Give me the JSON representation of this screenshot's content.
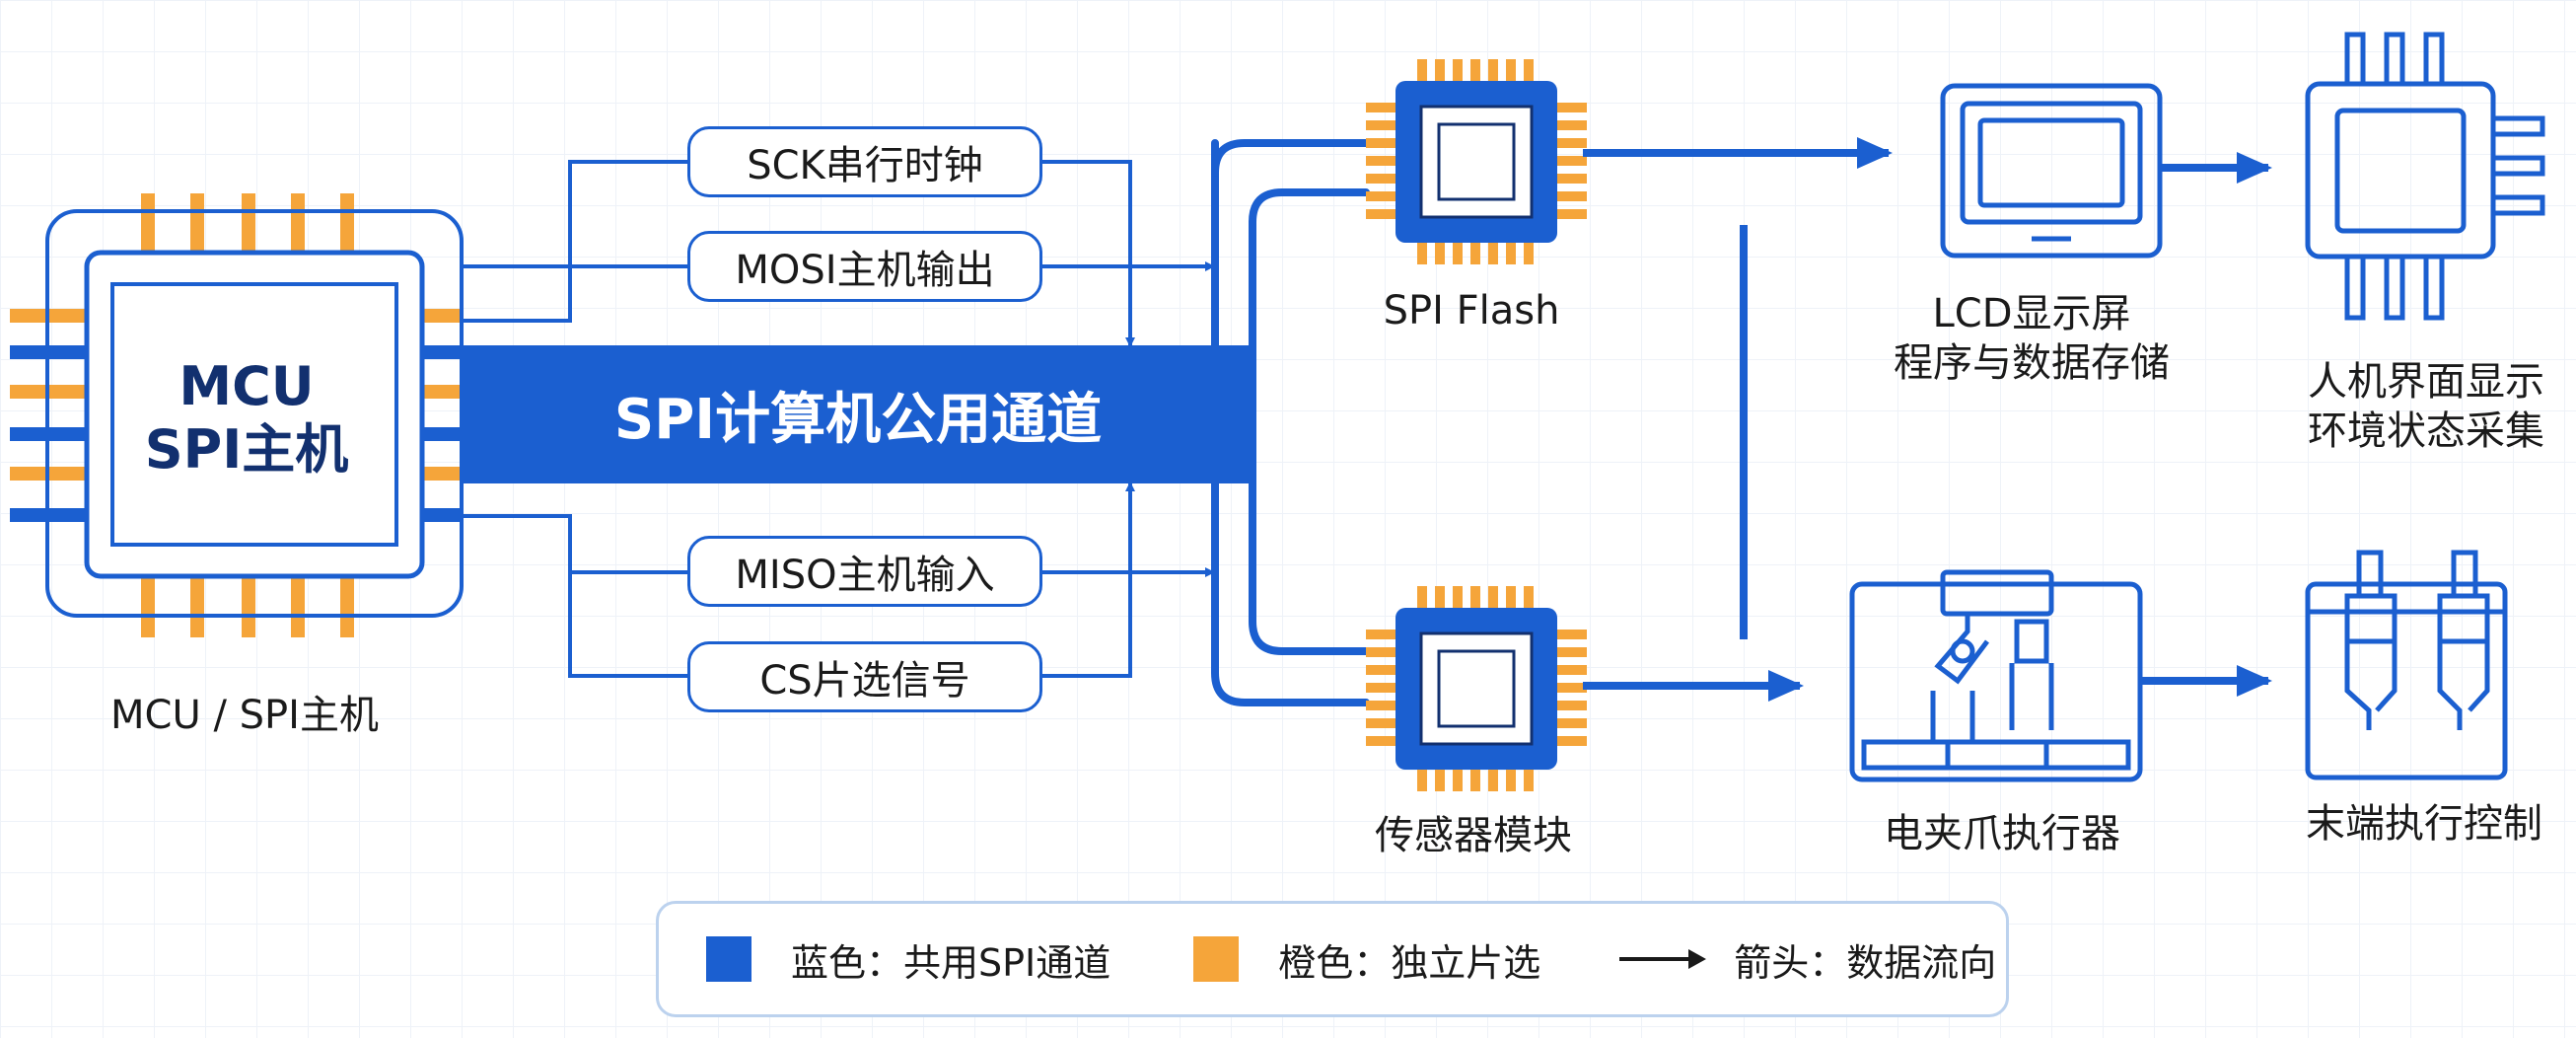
{
  "colors": {
    "bus_blue": "#1b5fd0",
    "select_orange": "#f5a53a",
    "ink": "#1a1a1a",
    "chip_text": "#12306f"
  },
  "mcu": {
    "chip_label_line1": "MCU",
    "chip_label_line2": "SPI主机",
    "caption": "MCU / SPI主机"
  },
  "signals": {
    "sck": "SCK串行时钟",
    "mosi": "MOSI主机输出",
    "miso": "MISO主机输入",
    "cs": "CS片选信号"
  },
  "bus": {
    "label": "SPI计算机公用通道"
  },
  "devices": {
    "spi_flash": "SPI Flash",
    "sensor": "传感器模块",
    "lcd_line1": "LCD显示屏",
    "lcd_line2": "程序与数据存储",
    "hmi_line1": "人机界面显示",
    "hmi_line2": "环境状态采集",
    "gripper": "电夹爪执行器",
    "end_control": "末端执行控制"
  },
  "legend": {
    "blue_label": "蓝色：共用SPI通道",
    "orange_label": "橙色：独立片选",
    "arrow_label": "箭头：数据流向"
  }
}
